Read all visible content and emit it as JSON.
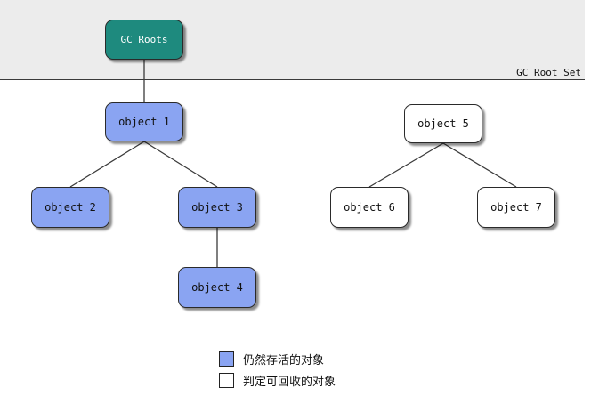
{
  "colors": {
    "root": "#1e8a7e",
    "alive": "#8aa4f2",
    "collectable": "#ffffff",
    "edge": "#3a3a3a"
  },
  "root_set_label": "GC Root Set",
  "nodes": [
    {
      "id": "gc-roots",
      "label": "GC Roots",
      "kind": "root"
    },
    {
      "id": "object-1",
      "label": "object 1",
      "kind": "alive"
    },
    {
      "id": "object-2",
      "label": "object 2",
      "kind": "alive"
    },
    {
      "id": "object-3",
      "label": "object 3",
      "kind": "alive"
    },
    {
      "id": "object-4",
      "label": "object 4",
      "kind": "alive"
    },
    {
      "id": "object-5",
      "label": "object 5",
      "kind": "collectable"
    },
    {
      "id": "object-6",
      "label": "object 6",
      "kind": "collectable"
    },
    {
      "id": "object-7",
      "label": "object 7",
      "kind": "collectable"
    }
  ],
  "edges": [
    {
      "from": "gc-roots",
      "to": "object-1"
    },
    {
      "from": "object-1",
      "to": "object-2"
    },
    {
      "from": "object-1",
      "to": "object-3"
    },
    {
      "from": "object-3",
      "to": "object-4"
    },
    {
      "from": "object-5",
      "to": "object-6"
    },
    {
      "from": "object-5",
      "to": "object-7"
    }
  ],
  "legend": [
    {
      "label": "仍然存活的对象",
      "kind": "alive"
    },
    {
      "label": "判定可回收的对象",
      "kind": "collectable"
    }
  ]
}
